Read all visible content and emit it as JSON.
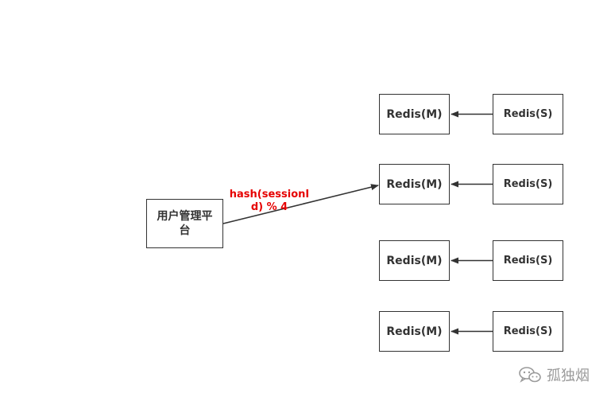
{
  "diagram": {
    "platform": {
      "label": "用户管理平台"
    },
    "edge_label": "hash(sessionId) % 4",
    "redis_pairs": [
      {
        "master": "Redis(M)",
        "slave": "Redis(S)"
      },
      {
        "master": "Redis(M)",
        "slave": "Redis(S)"
      },
      {
        "master": "Redis(M)",
        "slave": "Redis(S)"
      },
      {
        "master": "Redis(M)",
        "slave": "Redis(S)"
      }
    ]
  },
  "watermark": {
    "icon": "wechat-icon",
    "text": "孤独烟"
  },
  "colors": {
    "stroke": "#333333",
    "edge_label": "#e60000",
    "watermark": "#9a9a9a"
  }
}
